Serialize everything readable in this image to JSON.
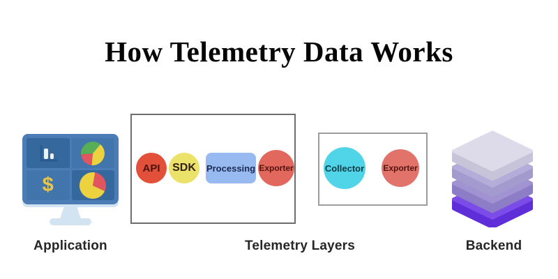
{
  "title": "How Telemetry Data Works",
  "stages": {
    "application": {
      "label": "Application",
      "icon": "dashboard-monitor-icon"
    },
    "telemetry_layers": {
      "label": "Telemetry Layers"
    },
    "backend": {
      "label": "Backend",
      "icon": "database-stack-icon"
    }
  },
  "telemetry_box": {
    "items": [
      {
        "label": "API",
        "shape": "circle",
        "fill": "#e2503a",
        "text_color": "#4d120a"
      },
      {
        "label": "SDK",
        "shape": "circle",
        "fill": "#ebe269",
        "text_color": "#33200e"
      },
      {
        "label": "Processing",
        "shape": "rounded-rect",
        "fill": "#97baf0",
        "text_color": "#1b2a52"
      },
      {
        "label": "Exporter",
        "shape": "circle",
        "fill": "#e2675c",
        "text_color": "#4f150e"
      }
    ]
  },
  "collector_box": {
    "items": [
      {
        "label": "Collector",
        "shape": "circle",
        "fill": "#4fd4e8",
        "text_color": "#123a44"
      },
      {
        "label": "Exporter",
        "shape": "circle",
        "fill": "#e2736b",
        "text_color": "#4f150e"
      }
    ]
  },
  "application_icon": {
    "name": "dashboard-monitor-icon",
    "dollar_symbol": "$",
    "colors": {
      "frame": "#4c7cb5",
      "panel_dark": "#35689d",
      "panel_mid": "#4375ad",
      "stand": "#d2e4f1",
      "axis": "#2a5a90",
      "bar": "#e9f2f9",
      "pie_green": "#57ae56",
      "pie_yellow": "#ecd23e",
      "pie_red": "#e0555e",
      "dollar": "#e7c64a"
    }
  },
  "backend_icon": {
    "name": "database-stack-icon",
    "layers": [
      {
        "top": "#dddaea",
        "side": "#c7c3d9"
      },
      {
        "top": "#b5add9",
        "side": "#a39bce"
      },
      {
        "top": "#a193d2",
        "side": "#8d7dc7"
      },
      {
        "top": "#7b4ce8",
        "side": "#5f2ed8"
      }
    ]
  },
  "colors": {
    "background": "#ffffff",
    "title_text": "#060606",
    "label_text": "#262626",
    "box1_border": "#6e6e6e",
    "box2_border": "#9c9c9c"
  }
}
